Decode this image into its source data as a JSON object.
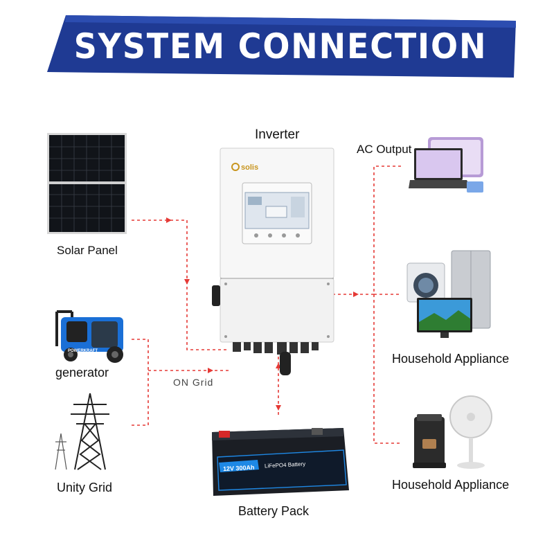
{
  "banner": {
    "title": "SYSTEM CONNECTION"
  },
  "labels": {
    "inverter": "Inverter",
    "ac_output": "AC Output",
    "solar_panel": "Solar Panel",
    "generator": "generator",
    "on_grid": "ON Grid",
    "utility_grid": "Unity Grid",
    "battery_pack": "Battery Pack",
    "household_appliance_1": "Household Appliance",
    "household_appliance_2": "Household Appliance"
  },
  "inverter": {
    "brand": "solis"
  },
  "generator": {
    "brand": "POWERKRAFT"
  },
  "battery": {
    "voltage_label": "12V 300Ah",
    "chemistry_label": "LiFePO4 Battery"
  },
  "colors": {
    "banner": "#1f3a93",
    "wire": "#e53935"
  }
}
